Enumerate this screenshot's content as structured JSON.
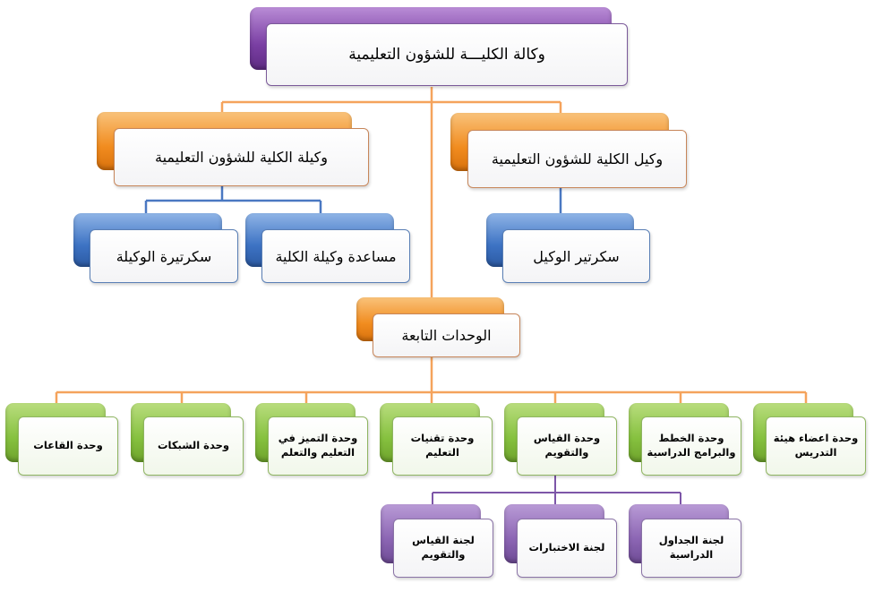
{
  "chart": {
    "root": {
      "label": "وكالة الكليـــة للشؤون التعليمية"
    },
    "deputy_male": {
      "label": "وكيل الكلية للشؤون التعليمية"
    },
    "deputy_female": {
      "label": "وكيلة الكلية للشؤون التعليمية"
    },
    "secretary_male": {
      "label": "سكرتير الوكيل"
    },
    "assistant_female": {
      "label": "مساعدة وكيلة الكلية"
    },
    "secretary_female": {
      "label": "سكرتيرة الوكيلة"
    },
    "units_header": {
      "label": "الوحدات التابعة"
    },
    "units": [
      {
        "label": "وحدة اعضاء هيئة التدريس"
      },
      {
        "label": "وحدة الخطط والبرامج الدراسية"
      },
      {
        "label": "وحدة القياس والتقويم"
      },
      {
        "label": "وحدة تقنيات التعليم"
      },
      {
        "label": "وحدة التميز في التعليم والتعلم"
      },
      {
        "label": "وحدة الشبكات"
      },
      {
        "label": "وحدة القاعات"
      }
    ],
    "committees": [
      {
        "label": "لجنة الجداول الدراسية"
      },
      {
        "label": "لجنة الاختبارات"
      },
      {
        "label": "لجنة القياس والتقويم"
      }
    ]
  },
  "colors": {
    "root_accent": "#7a3fa3",
    "deputy_accent": "#f18c1f",
    "staff_accent": "#3d73c4",
    "unit_accent": "#86c13f",
    "committee_accent": "#8b65b3",
    "orange_connector": "#f5a35c",
    "blue_connector": "#4a78c2",
    "purple_connector": "#7d56a8"
  }
}
